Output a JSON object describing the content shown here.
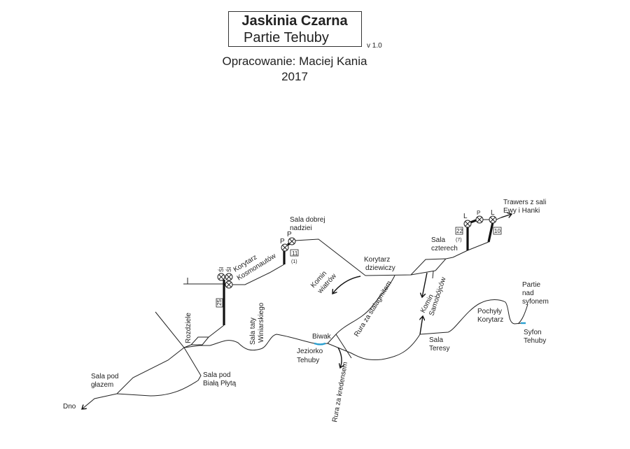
{
  "header": {
    "title": "Jaskinia Czarna",
    "subtitle": "Partie Tehuby",
    "version": "v 1.0",
    "author": "Opracowanie: Maciej Kania",
    "year": "2017"
  },
  "labels": {
    "sala_dobrej_1": "Sala dobrej",
    "sala_dobrej_2": "nadziei",
    "korytarz_kosm_1": "Korytarz",
    "korytarz_kosm_2": "Kosmonautów",
    "korytarz_dziew_1": "Korytarz",
    "korytarz_dziew_2": "dziewiczy",
    "sala_czterech_1": "Sala",
    "sala_czterech_2": "czterech",
    "trawers_1": "Trawers z sali",
    "trawers_2": "Ewy i Hanki",
    "komin_wiatrow_1": "Komin",
    "komin_wiatrow_2": "wiatrów",
    "rura_stalagmitem": "Rura za stalagmitem",
    "komin_samob_1": "Komin",
    "komin_samob_2": "Samobójców",
    "partie_nad_1": "Partie",
    "partie_nad_2": "nad",
    "partie_nad_3": "syfonem",
    "pochyly_1": "Pochyły",
    "pochyly_2": "Korytarz",
    "syfon_1": "Syfon",
    "syfon_2": "Tehuby",
    "sala_teresy_1": "Sala",
    "sala_teresy_2": "Teresy",
    "biwak": "Biwak",
    "jeziorko_1": "Jeziorko",
    "jeziorko_2": "Tehuby",
    "rura_kredensem": "Rura za kredensem",
    "sala_taty_1": "Sala taty",
    "sala_taty_2": "Winiarskiego",
    "rozdziele": "Rozdziele",
    "sala_glazem_1": "Sala pod",
    "sala_glazem_2": "głazem",
    "sala_plyta_1": "Sala pod",
    "sala_plyta_2": "Białą Płytą",
    "dno": "Dno"
  },
  "anchors": {
    "sl_1": "Śl",
    "sl_2": "Śl",
    "p_1": "P",
    "p_2": "P",
    "l_1": "L",
    "p_3": "P",
    "l_2": "L"
  },
  "pitches": {
    "p25": "25",
    "p11": "11",
    "p11_sub": "(1)",
    "p22": "22",
    "p22_sub": "(7)",
    "p10": "10"
  },
  "colors": {
    "water": "#2a9fd0",
    "line": "#222222"
  }
}
